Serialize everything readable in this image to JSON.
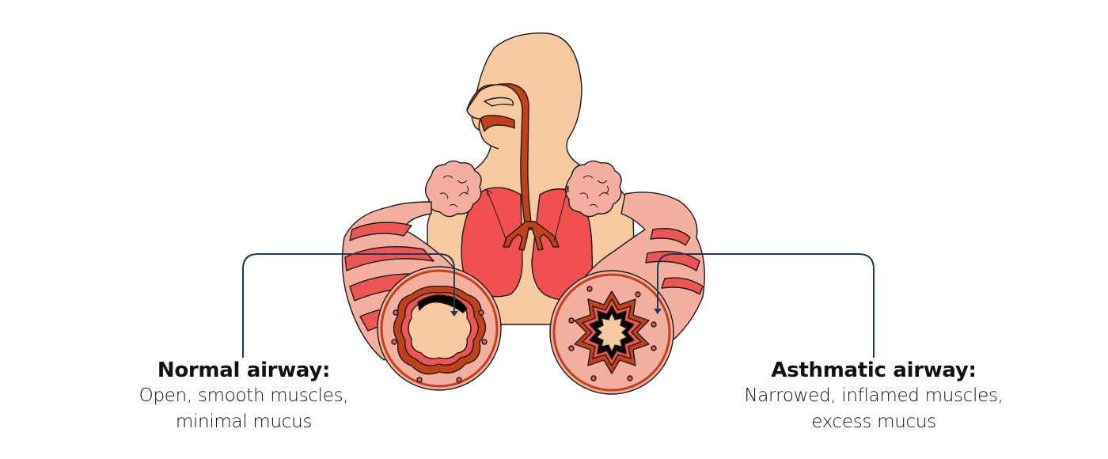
{
  "diagram": {
    "topic": "Normal vs asthmatic airway",
    "labels": {
      "normal": {
        "title": "Normal airway:",
        "description_line1": "Open, smooth muscles,",
        "description_line2": "minimal mucus"
      },
      "asthmatic": {
        "title": "Asthmatic airway:",
        "description_line1": "Narrowed, inflamed muscles,",
        "description_line2": "excess mucus"
      }
    },
    "colors": {
      "skin": "#F7C9A0",
      "airway_tract": "#C0411A",
      "lung": "#F05050",
      "bronchus_light": "#F3B0A0",
      "bronchus_band": "#EE5555",
      "alveoli": "#F4ADA0",
      "mucus": "#000000",
      "connector": "#1B3A5C",
      "outline": "#1a1a1a"
    }
  }
}
